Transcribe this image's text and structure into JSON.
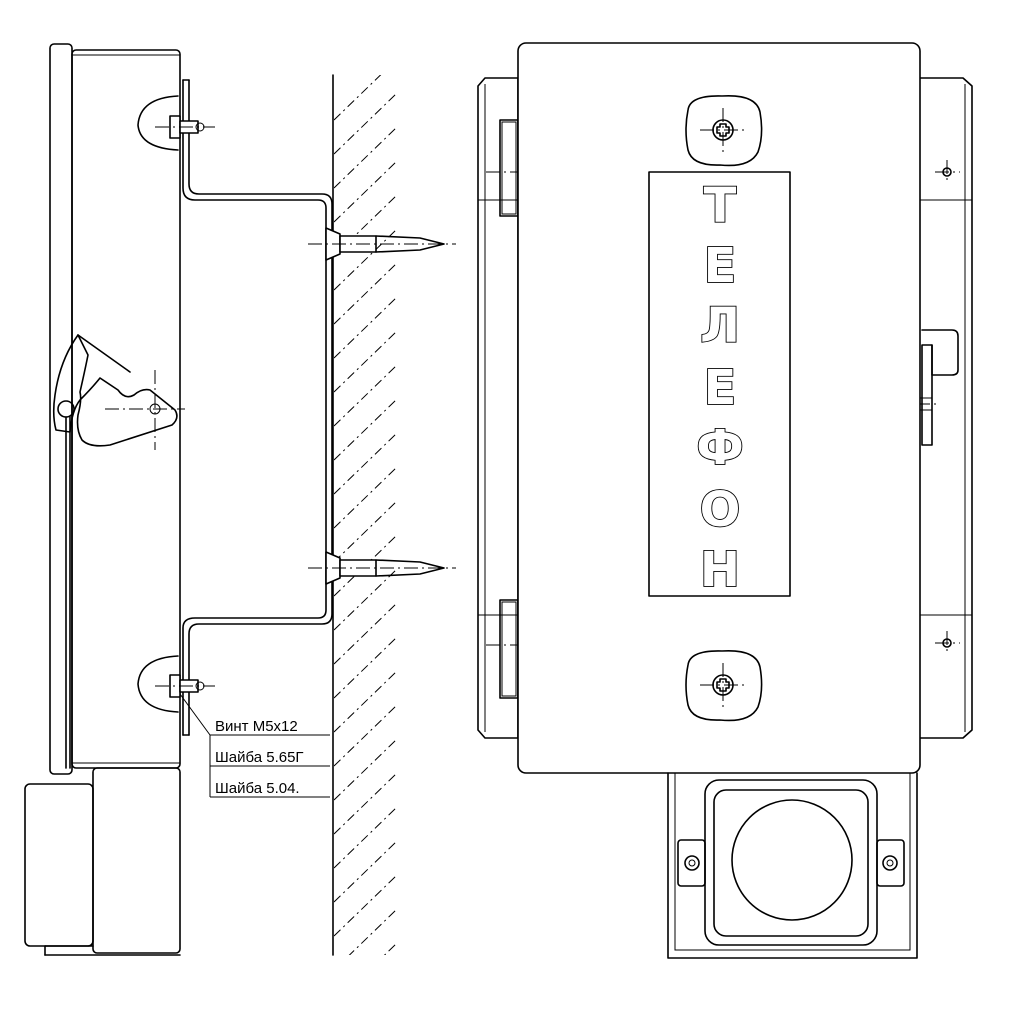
{
  "callouts": {
    "screw": "Винт М5х12",
    "spring_washer": "Шайба 5.65Г",
    "flat_washer": "Шайба 5.04."
  },
  "sign": {
    "letters": [
      "Т",
      "Е",
      "Л",
      "Е",
      "Ф",
      "О",
      "Н"
    ]
  },
  "icons": [
    "screw-head-icon",
    "wall-hatch",
    "speaker-grille"
  ]
}
